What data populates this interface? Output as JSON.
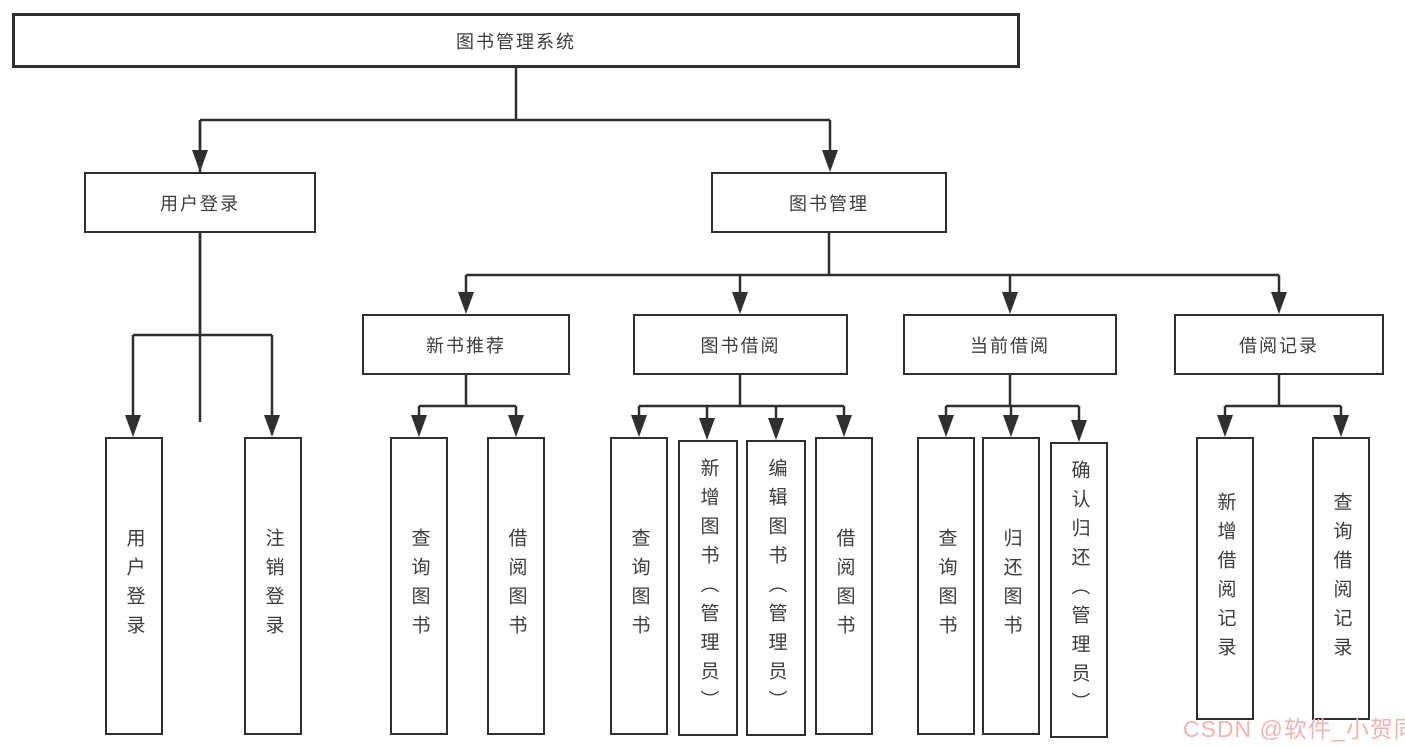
{
  "diagram": {
    "type": "tree",
    "tree": {
      "label": "图书管理系统",
      "children": [
        {
          "label": "用户登录",
          "children": [
            {
              "label": "用户登录"
            },
            {
              "label": "注销登录"
            }
          ]
        },
        {
          "label": "图书管理",
          "children": [
            {
              "label": "新书推荐",
              "children": [
                {
                  "label": "查询图书"
                },
                {
                  "label": "借阅图书"
                }
              ]
            },
            {
              "label": "图书借阅",
              "children": [
                {
                  "label": "查询图书"
                },
                {
                  "label": "新增图书（管理员）"
                },
                {
                  "label": "编辑图书（管理员）"
                },
                {
                  "label": "借阅图书"
                }
              ]
            },
            {
              "label": "当前借阅",
              "children": [
                {
                  "label": "查询图书"
                },
                {
                  "label": "归还图书"
                },
                {
                  "label": "确认归还（管理员）"
                }
              ]
            },
            {
              "label": "借阅记录",
              "children": [
                {
                  "label": "新增借阅记录"
                },
                {
                  "label": "查询借阅记录"
                }
              ]
            }
          ]
        }
      ]
    }
  },
  "nodes": {
    "root": "图书管理系统",
    "userLogin": "用户登录",
    "bookMgmt": "图书管理",
    "newBookRec": "新书推荐",
    "bookBorrow": "图书借阅",
    "currentBorrow": "当前借阅",
    "borrowRecord": "借阅记录",
    "userLoginLeaf": "用户登录",
    "logoutLeaf": "注销登录",
    "queryBook1": "查询图书",
    "borrowBook1": "借阅图书",
    "queryBook2": "查询图书",
    "addBookAdmin": "新增图书（管理员）",
    "editBookAdmin": "编辑图书（管理员）",
    "borrowBook2": "借阅图书",
    "queryBook3": "查询图书",
    "returnBook": "归还图书",
    "confirmReturnAdmin": "确认归还（管理员）",
    "addBorrowRecord": "新增借阅记录",
    "queryBorrowRecord": "查询借阅记录"
  },
  "colors": {
    "line": "#2f2f2f",
    "border": "#2f2f2f",
    "text": "#3c3c3c",
    "watermark": "#f2b3b3",
    "background": "#ffffff"
  },
  "watermark": {
    "text": "CSDN @软件_小贺同学"
  }
}
